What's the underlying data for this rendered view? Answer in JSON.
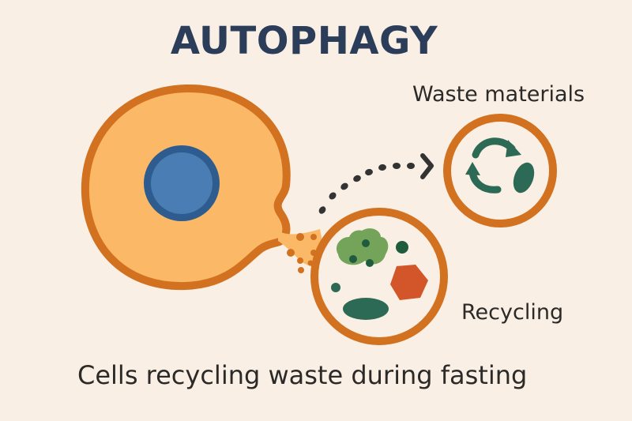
{
  "title": "AUTOPHAGY",
  "labels": {
    "waste_materials": "Waste materials",
    "recycling": "Recycling"
  },
  "caption": "Cells recycling waste during fasting",
  "colors": {
    "background": "#f9efe4",
    "title": "#2b3d58",
    "cell_fill": "#fbb866",
    "cell_outline": "#d2711f",
    "nucleus_outer": "#2e5c8e",
    "nucleus_inner": "#4a7db3",
    "dark_green": "#2d6a55",
    "light_green": "#74a45a",
    "hexagon": "#d2562a",
    "arrow": "#333333"
  },
  "icons": {
    "recycle": "recycle-arrows-icon",
    "arrow": "dotted-arrow-icon"
  }
}
